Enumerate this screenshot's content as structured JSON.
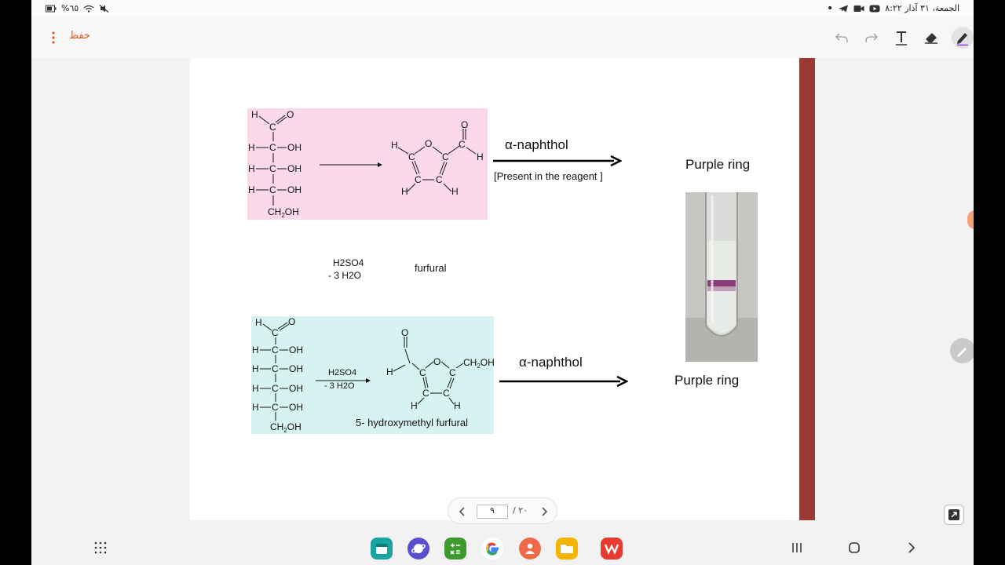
{
  "status_bar": {
    "datetime": "الجمعة، ٣١ آذار ٨:٢٢",
    "battery": "%٦٥"
  },
  "toolbar": {
    "save_label": "حفظ"
  },
  "slide": {
    "scheme1": {
      "h2so4": "H2SO4",
      "minus_water": "- 3 H2O",
      "product": "furfural",
      "reagent": "α-naphthol",
      "reagent_note": "[Present in the reagent ]",
      "result": "Purple ring"
    },
    "scheme2": {
      "h2so4": "H2SO4",
      "minus_water": "- 3 H2O",
      "product": "5- hydroxymethyl furfural",
      "reagent": "α-naphthol",
      "result": "Purple ring"
    },
    "colors": {
      "pink_panel": "#fbd9ea",
      "teal_panel": "#d6f3f1",
      "sidebar_bar": "#9b3a35"
    }
  },
  "pager": {
    "current": "٩",
    "total": "/ ٢٠"
  },
  "icons": [
    "kebab-menu-icon",
    "undo-icon",
    "redo-icon",
    "text-tool-icon",
    "eraser-icon",
    "pen-icon",
    "chevron-left-icon",
    "chevron-right-icon",
    "edit-fab-icon",
    "export-icon",
    "app-grid-icon",
    "recents-icon",
    "home-icon",
    "back-icon"
  ]
}
